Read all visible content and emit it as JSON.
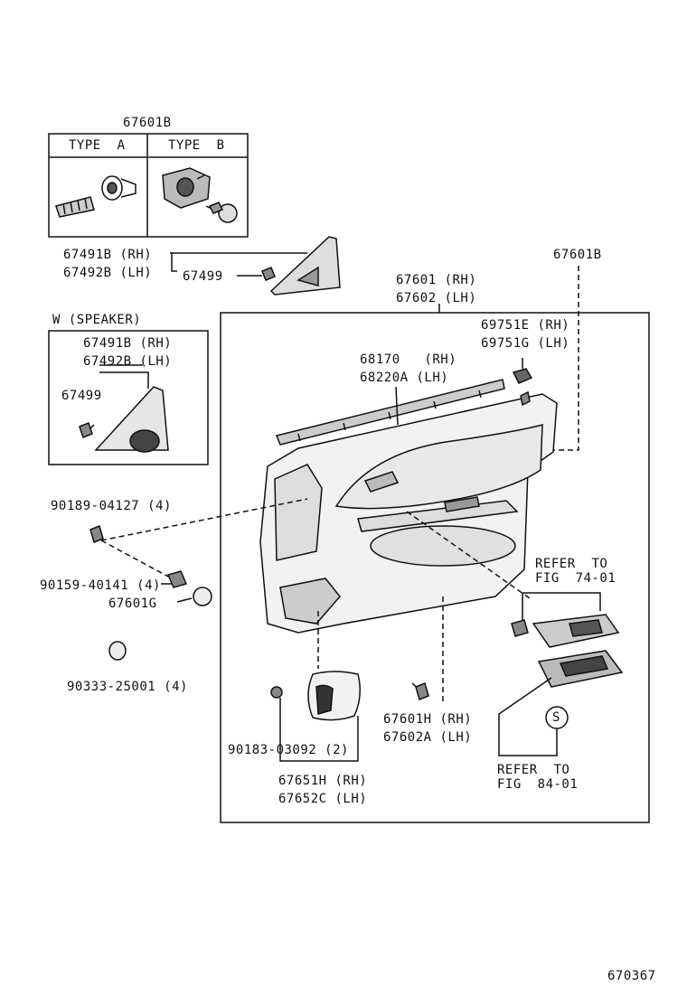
{
  "type_box": {
    "title": "67601B",
    "col_a": "TYPE  A",
    "col_b": "TYPE  B"
  },
  "triangle_trim": {
    "rh": "67491B (RH)",
    "lh": "67492B (LH)",
    "clip": "67499"
  },
  "speaker_box": {
    "title": "W (SPEAKER)",
    "rh": "67491B (RH)",
    "lh": "67492B (LH)",
    "clip": "67499"
  },
  "panel": {
    "clip_ref": "67601B",
    "rh": "67601 (RH)",
    "lh": "67602 (LH)"
  },
  "weatherstrip": {
    "rh": "68170   (RH)",
    "lh": "68220A (LH)"
  },
  "lock_knob": {
    "rh": "69751E (RH)",
    "lh": "69751G (LH)"
  },
  "fasteners": {
    "screw_a": "90189-04127 (4)",
    "screw_b": "90159-40141 (4)",
    "cap": "67601G",
    "plug": "90333-25001 (4)",
    "nut": "90183-03092 (2)"
  },
  "armrest_clip": {
    "rh": "67601H (RH)",
    "lh": "67602A (LH)"
  },
  "speaker_grille": {
    "rh": "67651H (RH)",
    "lh": "67652C (LH)"
  },
  "refer_74": {
    "line1": "REFER  TO",
    "line2": "FIG  74-01"
  },
  "refer_84": {
    "line1": "REFER  TO",
    "line2": "FIG  84-01",
    "symbol": "S"
  },
  "figure_code": "670367"
}
